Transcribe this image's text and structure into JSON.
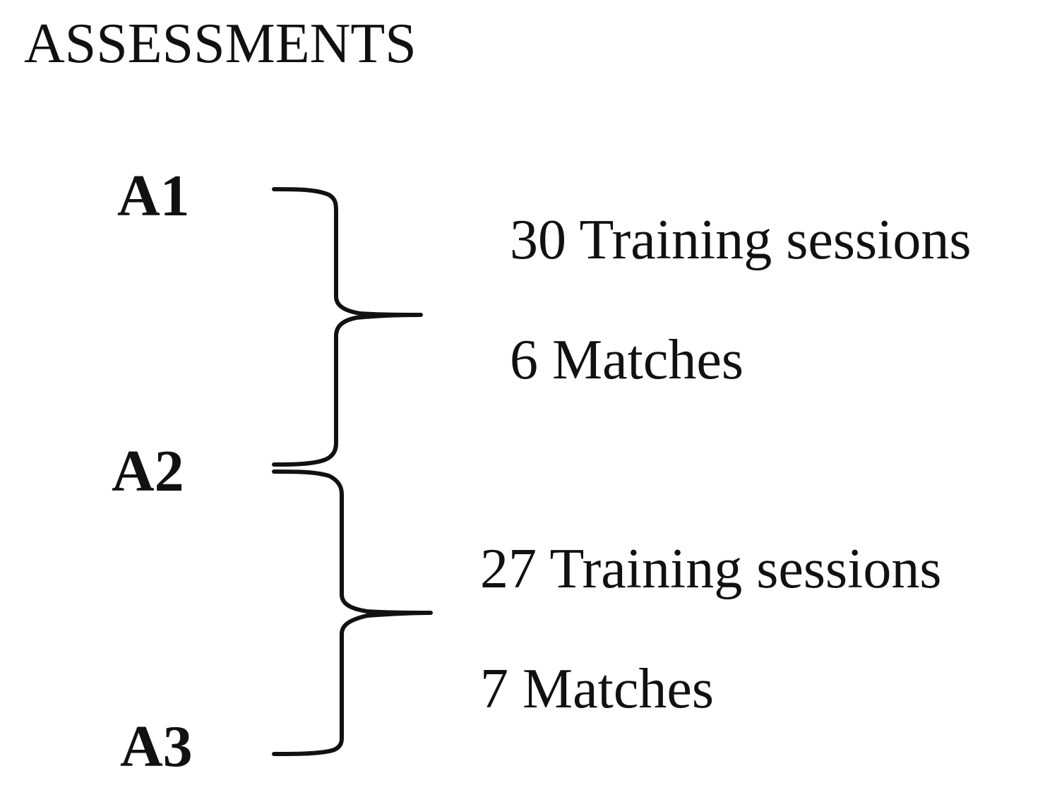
{
  "title": "ASSESSMENTS",
  "assessments": [
    {
      "label": "A1"
    },
    {
      "label": "A2"
    },
    {
      "label": "A3"
    }
  ],
  "periods": [
    {
      "from": "A1",
      "to": "A2",
      "training": "30 Training sessions",
      "matches": "6 Matches"
    },
    {
      "from": "A2",
      "to": "A3",
      "training": "27 Training sessions",
      "matches": "7 Matches"
    }
  ],
  "colors": {
    "text": "#111111",
    "background": "#ffffff"
  }
}
